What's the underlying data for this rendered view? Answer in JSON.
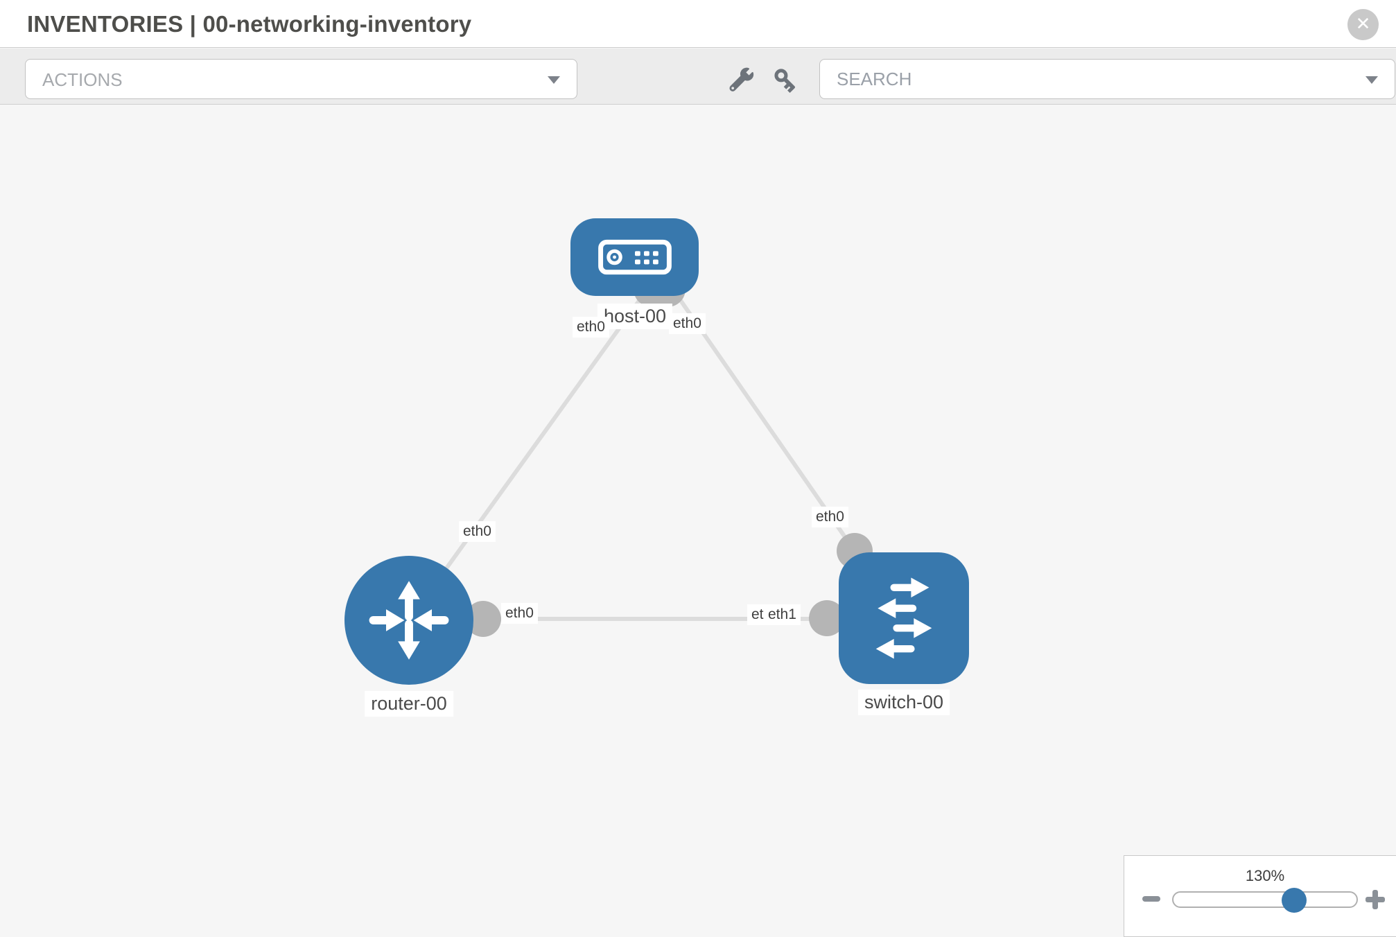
{
  "header": {
    "title": "INVENTORIES | 00-networking-inventory"
  },
  "toolbar": {
    "actions_label": "ACTIONS",
    "search_placeholder": "SEARCH",
    "tool_icons": [
      "wrench-icon",
      "key-icon"
    ]
  },
  "topology": {
    "nodes": [
      {
        "id": "host-00",
        "type": "host",
        "label": "host-00"
      },
      {
        "id": "router-00",
        "type": "router",
        "label": "router-00"
      },
      {
        "id": "switch-00",
        "type": "switch",
        "label": "switch-00"
      }
    ],
    "links": [
      {
        "source": "host-00",
        "target": "router-00",
        "source_interface": "eth0",
        "target_interface": "eth0"
      },
      {
        "source": "host-00",
        "target": "switch-00",
        "source_interface": "eth0",
        "target_interface": "eth0"
      },
      {
        "source": "router-00",
        "target": "switch-00",
        "source_interface": "eth0",
        "target_interface": "eth1",
        "target_interface_overlapped": "eth0"
      }
    ]
  },
  "zoom_control": {
    "level_label": "130%",
    "zoom_out_icon": "minus",
    "zoom_in_icon": "plus"
  },
  "colors": {
    "node_blue": "#3878ad",
    "link_gray": "#dcdcdc",
    "endpoint_gray": "#b5b5b5",
    "toolbar_gray": "#ececec"
  }
}
